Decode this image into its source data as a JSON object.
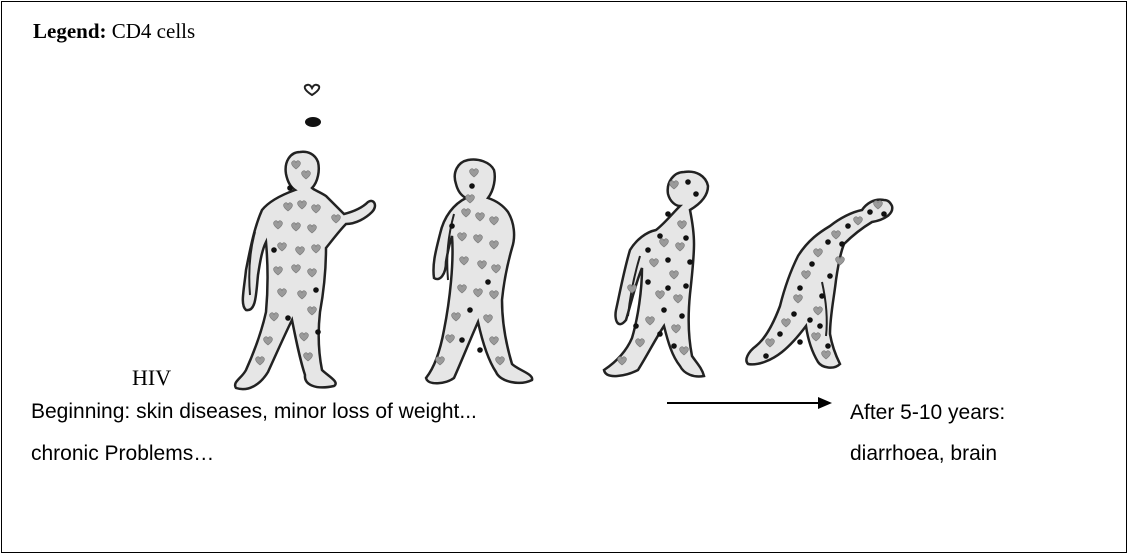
{
  "legend": {
    "label": "Legend:",
    "text": "CD4 cells"
  },
  "labels": {
    "hiv": "HIV",
    "beginning_line1": "Beginning: skin diseases, minor loss of weight...",
    "beginning_line2": "chronic Problems…",
    "after_line1": "After 5-10 years:",
    "after_line2": "diarrhoea, brain"
  },
  "colors": {
    "body_fill": "#e6e6e6",
    "outline": "#222222",
    "cd4_cell": "#9a9a9a",
    "hiv_particle": "#111111"
  },
  "symbols": {
    "cd4_cell_icon": "heart-outline",
    "hiv_icon": "black-dot"
  }
}
